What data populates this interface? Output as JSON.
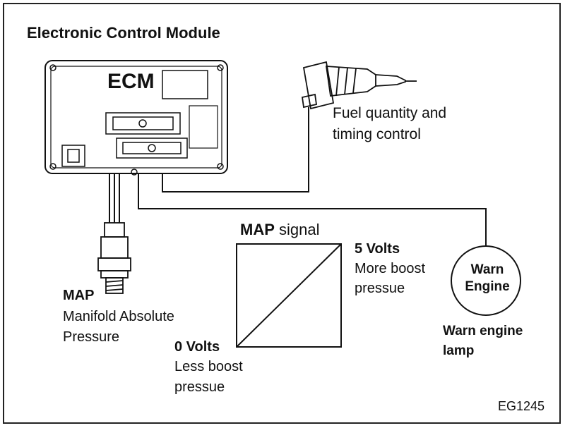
{
  "title": "Electronic Control Module",
  "ecm_label": "ECM",
  "injector": {
    "line1": "Fuel quantity and",
    "line2": "timing control"
  },
  "map_signal": {
    "bold": "MAP",
    "rest": " signal"
  },
  "high": {
    "value": "5 Volts",
    "line1": "More boost",
    "line2": "pressue"
  },
  "low": {
    "value": "0 Volts",
    "line1": "Less boost",
    "line2": "pressue"
  },
  "sensor": {
    "abbr": "MAP",
    "line1": "Manifold Absolute",
    "line2": "Pressure"
  },
  "lamp": {
    "inner1": "Warn",
    "inner2": "Engine",
    "line1": "Warn engine",
    "line2": "lamp"
  },
  "figure_code": "EG1245"
}
